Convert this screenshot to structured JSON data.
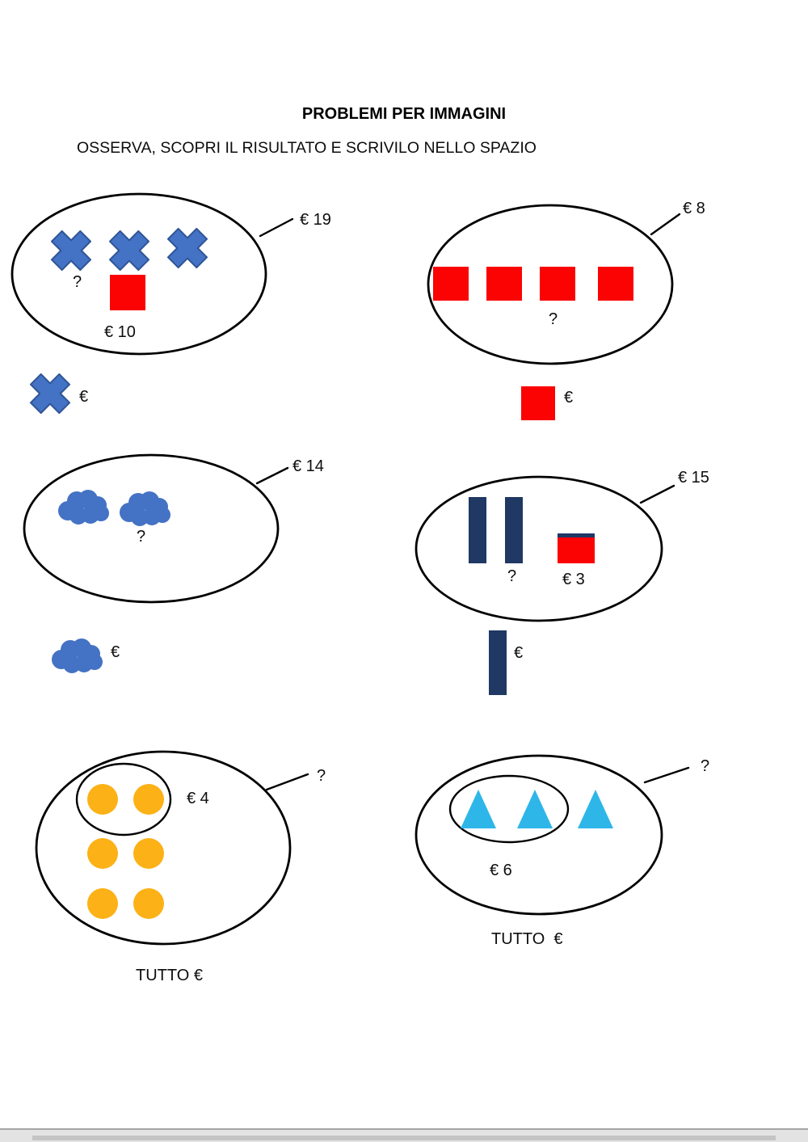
{
  "page": {
    "title": "PROBLEMI PER IMMAGINI",
    "subtitle": "OSSERVA, SCOPRI IL RISULTATO E SCRIVILO NELLO SPAZIO"
  },
  "problems": [
    {
      "name": "blue-crosses-and-red-square",
      "total": "€ 19",
      "question_mark": "?",
      "known_price": "€ 10",
      "answer_prefix": "€"
    },
    {
      "name": "four-red-squares",
      "total": "€ 8",
      "question_mark": "?",
      "answer_prefix": "€"
    },
    {
      "name": "two-blue-clouds",
      "total": "€ 14",
      "question_mark": "?",
      "answer_prefix": "€"
    },
    {
      "name": "navy-bars-and-red-rectangle",
      "total": "€ 15",
      "question_mark": "?",
      "known_price": "€ 3",
      "answer_prefix": "€"
    },
    {
      "name": "six-orange-circles-two-grouped",
      "total": "?",
      "group_price": "€ 4",
      "answer_label": "TUTTO €"
    },
    {
      "name": "three-cyan-triangles-two-grouped",
      "total": "?",
      "group_price": "€ 6",
      "answer_label": "TUTTO  €"
    }
  ],
  "colors": {
    "blue": "#4472C4",
    "red": "#FB0303",
    "navy": "#1F3864",
    "orange": "#FCB116",
    "cyan": "#2FB6E9"
  }
}
